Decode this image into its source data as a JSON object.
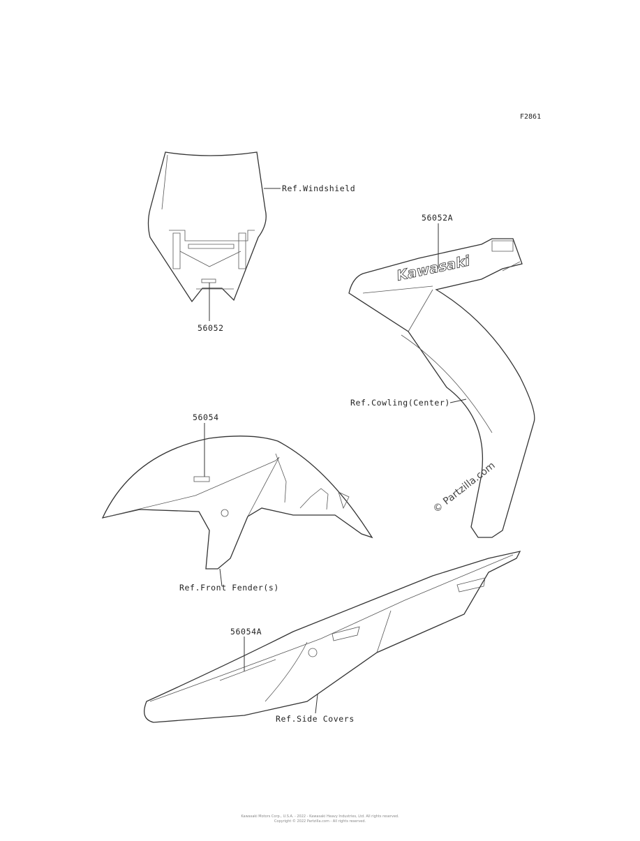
{
  "figure_code": "F2861",
  "parts": {
    "windshield_ref": "Ref.Windshield",
    "windshield_decal": "56052",
    "cowling_decal": "56052A",
    "cowling_brand": "Kawasaki",
    "cowling_ref": "Ref.Cowling(Center)",
    "fender_decal": "56054",
    "fender_ref": "Ref.Front Fender(s)",
    "side_decal": "56054A",
    "side_ref": "Ref.Side Covers"
  },
  "watermark": "© Partzilla.com",
  "footer": {
    "line1": "Kawasaki Motors Corp., U.S.A. - 2022 - Kawasaki Heavy Industries, Ltd. All rights reserved.",
    "line2": "Copyright © 2022 Partzilla.com - All rights reserved."
  }
}
